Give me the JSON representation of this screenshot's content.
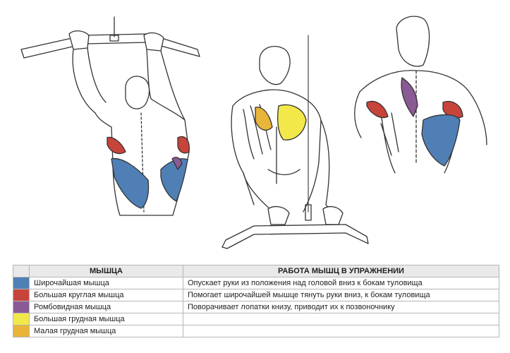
{
  "table": {
    "headers": {
      "swatch": "",
      "muscle": "МЫШЦА",
      "work": "РАБОТА МЫШЦ В УПРАЖНЕНИИ"
    },
    "rows": [
      {
        "color": "#4f7fb5",
        "muscle": "Широчайшая мышца",
        "work": "Опускает руки из положения над головой вниз к бокам туловища"
      },
      {
        "color": "#c7443b",
        "muscle": "Большая круглая мышца",
        "work": "Помогает широчайшей мышце тянуть руки вниз, к бокам туловища"
      },
      {
        "color": "#8a5a94",
        "muscle": "Ромбовидная мышца",
        "work": "Поворачивает лопатки книзу, приводит их к позвоночнику"
      },
      {
        "color": "#f2e84a",
        "muscle": "Большая грудная мышца",
        "work": ""
      },
      {
        "color": "#e9b43a",
        "muscle": "Малая грудная мышца",
        "work": ""
      }
    ]
  },
  "colors": {
    "latissimus": "#4f7fb5",
    "teres_major": "#c7443b",
    "rhomboid": "#8a5a94",
    "pectoralis_major": "#f2e84a",
    "pectoralis_minor": "#e9b43a"
  }
}
